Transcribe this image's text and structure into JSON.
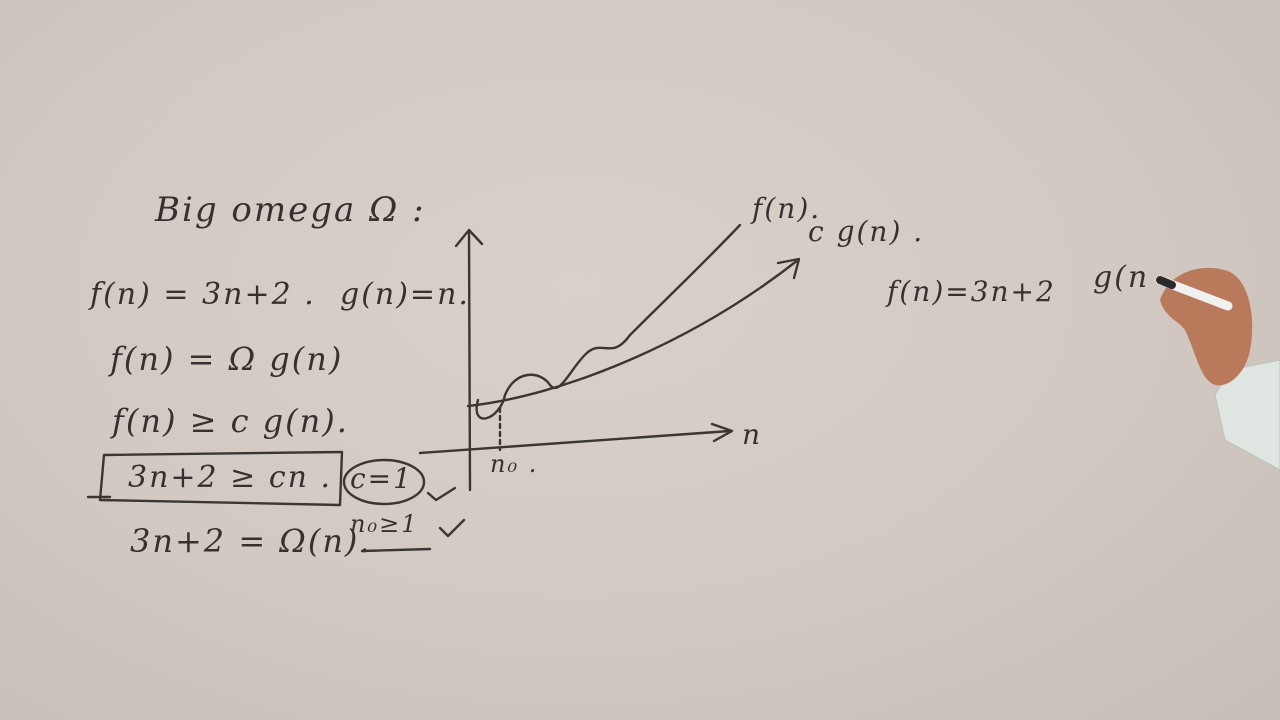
{
  "board": {
    "title": "Big omega Ω :",
    "definition_f": "f(n) = 3n+2 .",
    "definition_g": "g(n)=n.",
    "omega_statement": "f(n) = Ω g(n)",
    "inequality": "f(n) ≥ c g(n).",
    "boxed_inequality": "3n+2 ≥ cn .",
    "c_value": "c=1",
    "result": "3n+2 = Ω(n).",
    "n0_condition": "n₀≥1",
    "right_f": "f(n)=3n+2",
    "right_g": "g(n"
  },
  "graph": {
    "f_label": "f(n).",
    "cg_label": "c g(n) .",
    "x_axis_label": "n",
    "n0_label": "n₀ ."
  },
  "colors": {
    "board": "#d2cac2",
    "ink": "#353130",
    "skin": "#b97a5c",
    "sleeve": "#dfe6e2"
  }
}
